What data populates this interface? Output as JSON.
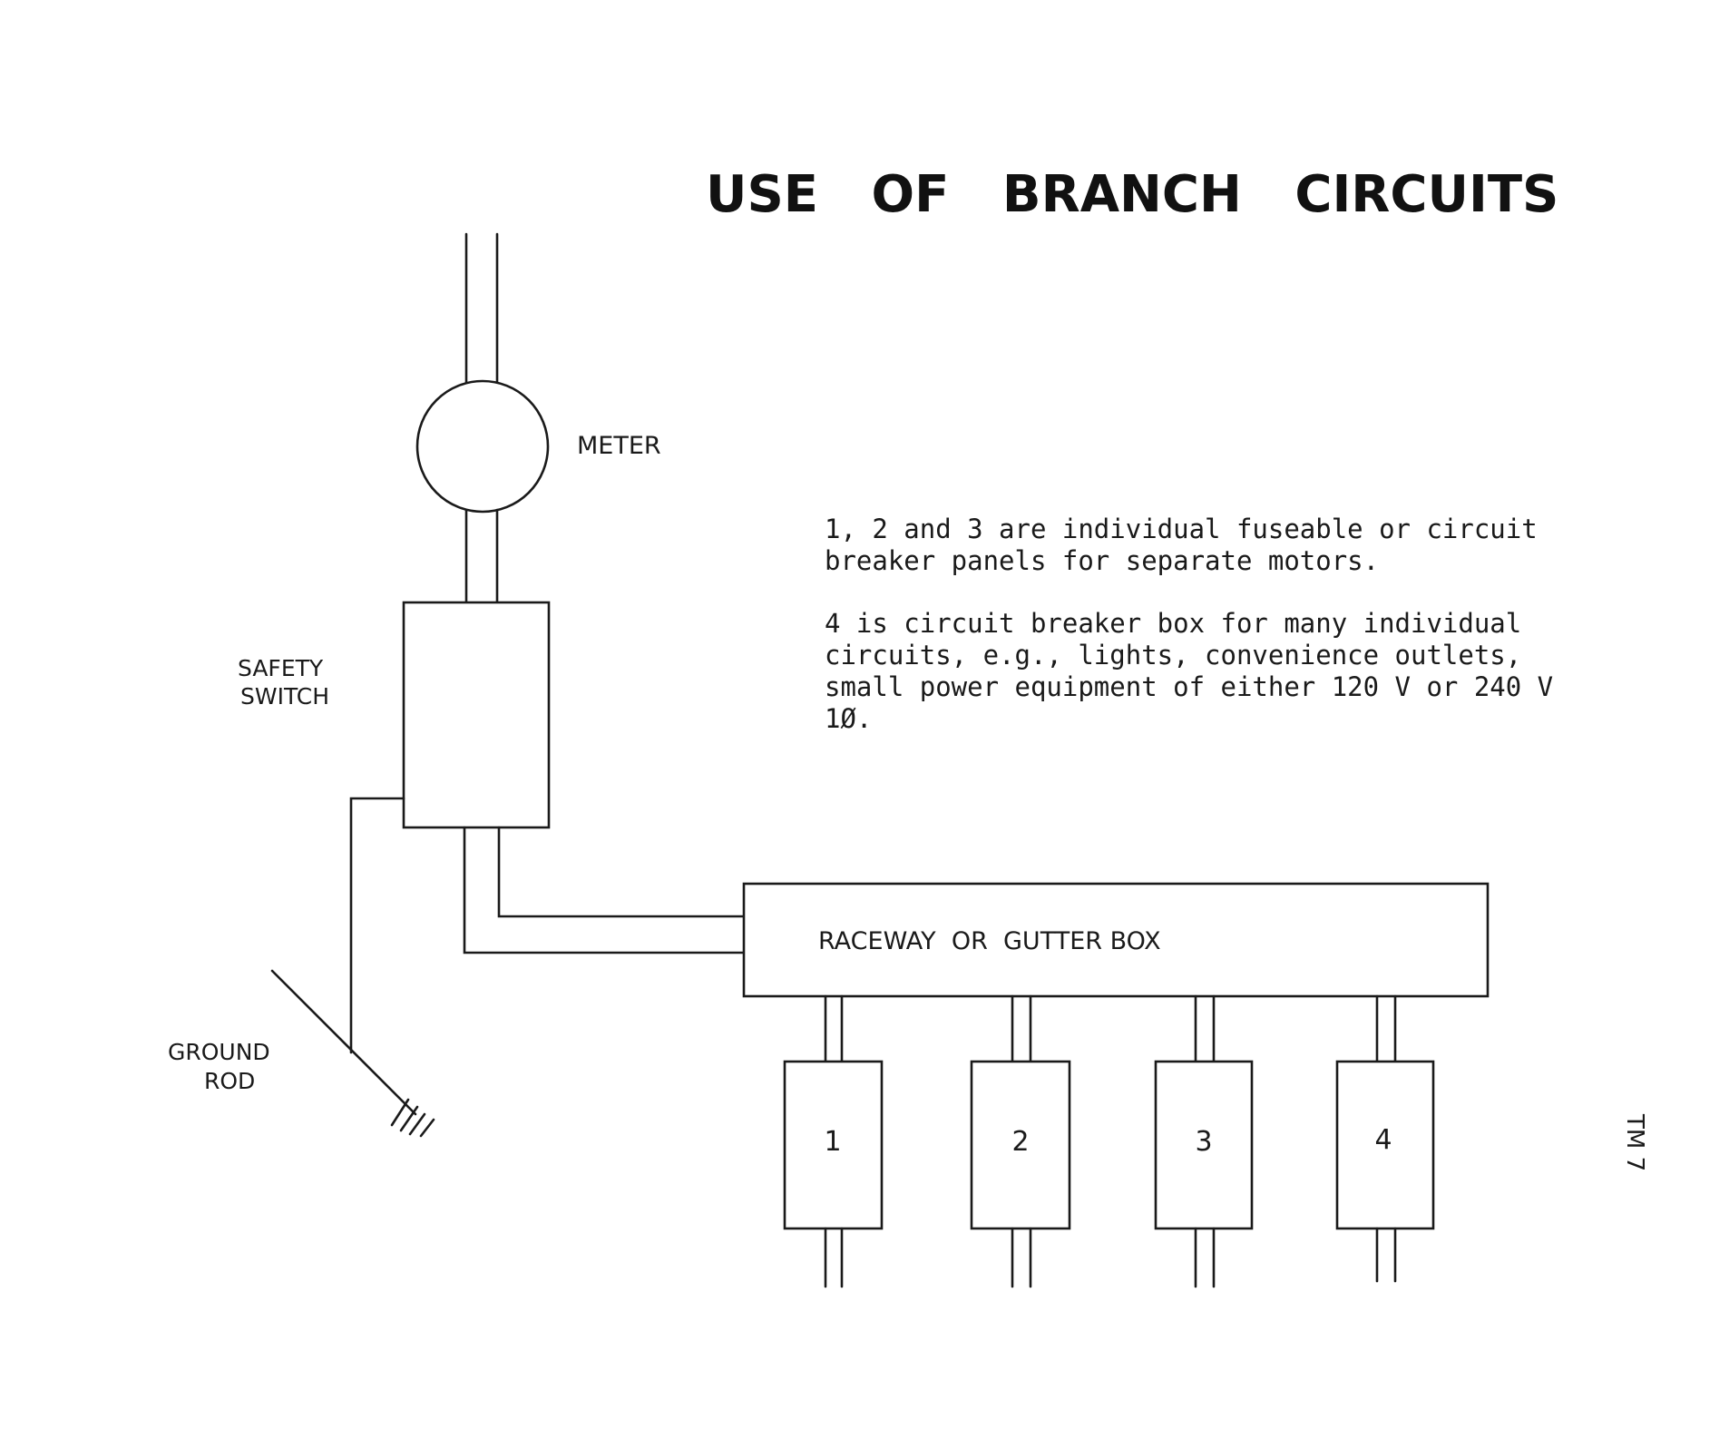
{
  "title": "USE   OF   BRANCH   CIRCUITS",
  "labels": {
    "meter": "METER",
    "safety_switch_line1": "SAFETY",
    "safety_switch_line2": "SWITCH",
    "ground_rod_line1": "GROUND",
    "ground_rod_line2": "ROD",
    "raceway": "RACEWAY  OR  GUTTER BOX"
  },
  "panels": [
    {
      "label": "1"
    },
    {
      "label": "2"
    },
    {
      "label": "3"
    },
    {
      "label": "4"
    }
  ],
  "notes": {
    "note1_line1": "1, 2 and 3 are individual fuseable or circuit",
    "note1_line2": "breaker panels for separate motors.",
    "note2_line1": "4 is circuit breaker box for many individual",
    "note2_line2": "circuits, e.g., lights, convenience outlets,",
    "note2_line3": "small power equipment of either 120 V or 240 V",
    "note2_line4": "1Ø."
  },
  "page_tag": "TM 7"
}
